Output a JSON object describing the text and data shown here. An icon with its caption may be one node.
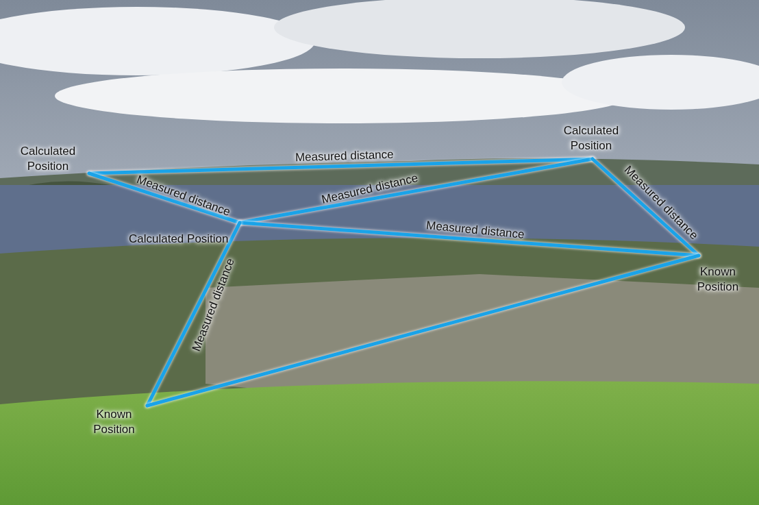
{
  "diagram": {
    "nodes": [
      {
        "text": [
          "Calculated Position"
        ]
      },
      {
        "text": [
          "Calculated Position"
        ]
      },
      {
        "text": [
          "Calculated Position"
        ]
      },
      {
        "text": [
          "Known Position"
        ]
      },
      {
        "text": [
          "Known Position"
        ]
      }
    ],
    "edges": [
      {
        "from": 0,
        "to": 1,
        "arrow": "none",
        "label": "Measured distance"
      },
      {
        "from": 0,
        "to": 2,
        "arrow": "none",
        "label": "Measured distance"
      },
      {
        "from": 2,
        "to": 1,
        "arrow": "none",
        "label": "Measured distance"
      },
      {
        "from": 1,
        "to": 3,
        "arrow": "none",
        "label": "Measured distance"
      },
      {
        "from": 2,
        "to": 3,
        "arrow": "none",
        "label": "Measured distance"
      },
      {
        "from": 2,
        "to": 4,
        "arrow": "none",
        "label": "Measured distance"
      },
      {
        "from": 4,
        "to": 3,
        "arrow": "none"
      }
    ]
  }
}
